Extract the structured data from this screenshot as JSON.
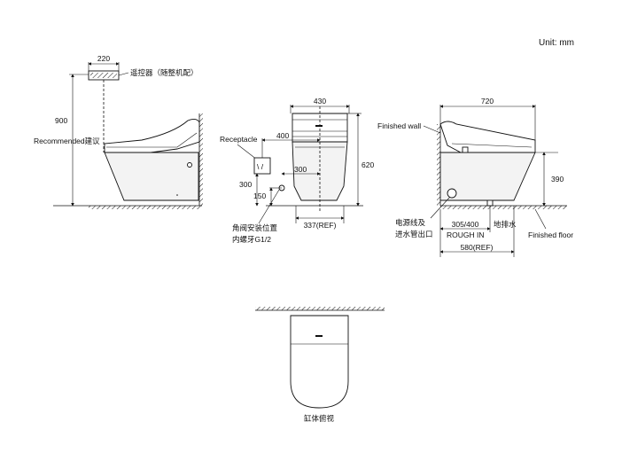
{
  "unit_label": "Unit: mm",
  "side_left": {
    "remote_width": "220",
    "remote_label": "遥控器（随整机配）",
    "height_value": "900",
    "recommended_label": "Recommended建议"
  },
  "front": {
    "top_width": "430",
    "receptacle_label": "Receptacle",
    "receptacle_offset": "400",
    "height_value": "620",
    "water_offset": "300",
    "receptacle_height": "300",
    "valve_height": "150",
    "valve_label_line1": "角阀安装位置",
    "valve_label_line2": "内螺牙G1/2",
    "base_width": "337(REF)"
  },
  "side_right": {
    "top_width": "720",
    "finished_wall_label": "Finished wall",
    "height_value": "390",
    "power_label_line1": "电源线及",
    "power_label_line2": "进水管出口",
    "rough_in_value": "305/400",
    "rough_in_label": "ROUGH IN",
    "floor_drain_label": "地排水",
    "finished_floor_label": "Finished floor",
    "total_depth": "580(REF)"
  },
  "top_view": {
    "caption": "缸体俯视"
  }
}
